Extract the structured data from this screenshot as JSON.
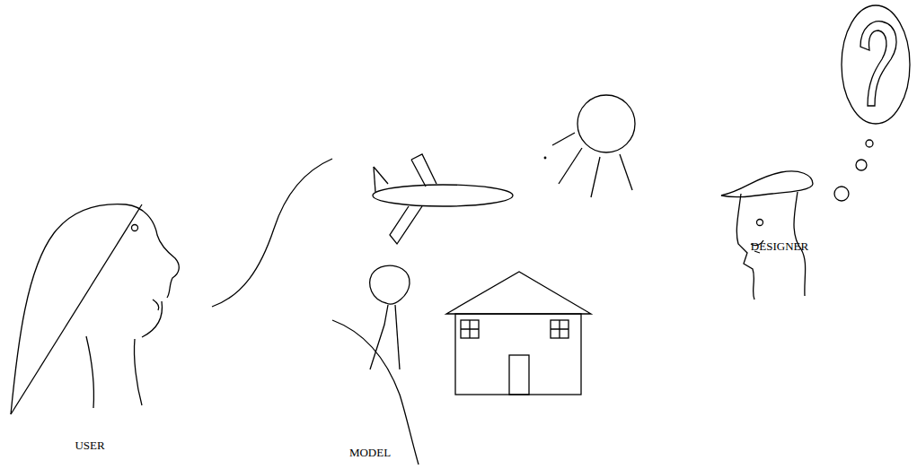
{
  "diagram": {
    "labels": [
      "USER",
      "MODEL",
      "DESIGNER"
    ]
  }
}
